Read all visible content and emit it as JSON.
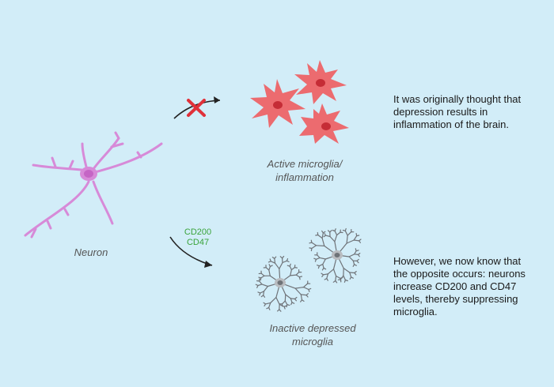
{
  "labels": {
    "neuron": "Neuron",
    "active_caption": [
      "Active microglia/",
      "inflammation"
    ],
    "inactive_caption": [
      "Inactive depressed",
      "microglia"
    ],
    "signal": [
      "CD200",
      "CD47"
    ]
  },
  "texts": {
    "top": [
      "It was originally thought that",
      "depression results in",
      "inflammation of the brain."
    ],
    "bottom": [
      "However, we now know that",
      "the opposite occurs: neurons",
      "increase CD200 and CD47",
      "levels, thereby suppressing",
      "microglia."
    ]
  },
  "colors": {
    "background": "#d2edf8",
    "neuron": "#d78ad8",
    "neuron_soma": "#c565c5",
    "active_cell": "#ec6b6f",
    "active_nucleus": "#c52c36",
    "inactive_cell": "#6f7378",
    "cross": "#e0313a",
    "signal": "#3aa33a"
  },
  "icons": {
    "cross": "x-icon",
    "arrow": "curved-arrow-icon"
  }
}
